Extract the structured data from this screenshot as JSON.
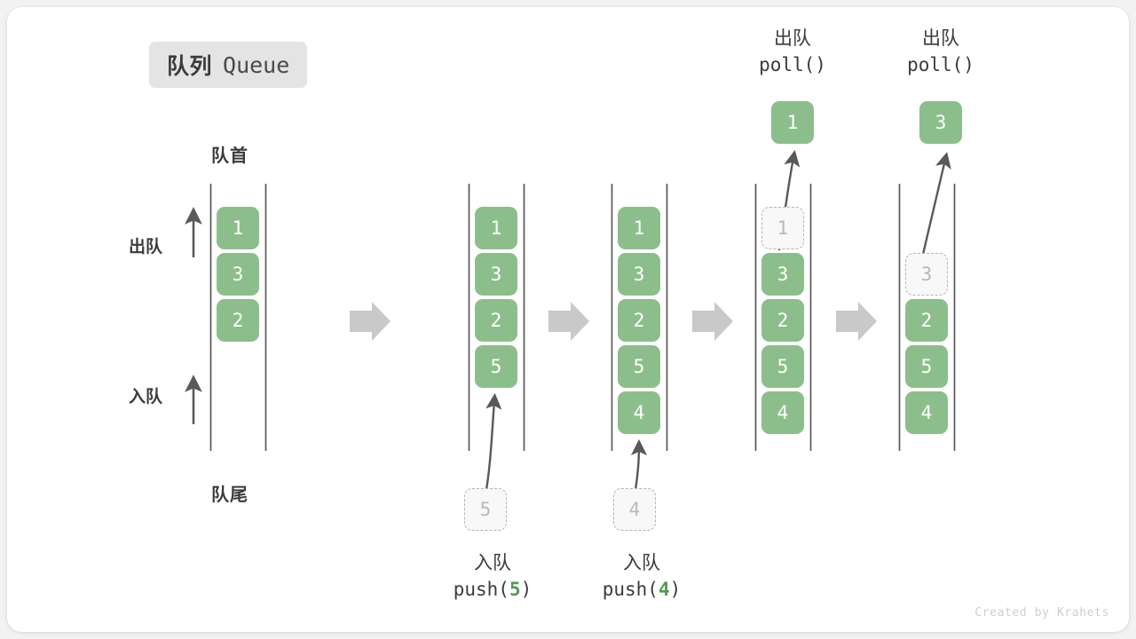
{
  "title": {
    "cn": "队列",
    "en": "Queue"
  },
  "labels": {
    "head": "队首",
    "tail": "队尾",
    "dequeue_side": "出队",
    "enqueue_side": "入队"
  },
  "colors": {
    "cell_fill": "#8cbe8c",
    "cell_text": "#ffffff",
    "ghost_fill": "#f8f8f8",
    "ghost_border": "#b4b4b4",
    "ghost_text": "#b8b8b8",
    "rail": "#595959",
    "arrow": "#595959",
    "step_arrow": "#c9c9c9",
    "badge_bg": "#e4e4e4",
    "text": "#3b3b3b",
    "accent_green": "#539a53"
  },
  "columns": [
    {
      "name": "initial-queue",
      "cells": [
        {
          "value": "1",
          "state": "solid",
          "slot": 0
        },
        {
          "value": "3",
          "state": "solid",
          "slot": 1
        },
        {
          "value": "2",
          "state": "solid",
          "slot": 2
        }
      ]
    },
    {
      "name": "after-push-5",
      "cells": [
        {
          "value": "1",
          "state": "solid",
          "slot": 0
        },
        {
          "value": "3",
          "state": "solid",
          "slot": 1
        },
        {
          "value": "2",
          "state": "solid",
          "slot": 2
        },
        {
          "value": "5",
          "state": "solid",
          "slot": 3
        }
      ],
      "incoming": {
        "value": "5",
        "state": "ghost"
      },
      "caption": {
        "cn": "入队",
        "fn": "push(",
        "arg": "5",
        "close": ")"
      }
    },
    {
      "name": "after-push-4",
      "cells": [
        {
          "value": "1",
          "state": "solid",
          "slot": 0
        },
        {
          "value": "3",
          "state": "solid",
          "slot": 1
        },
        {
          "value": "2",
          "state": "solid",
          "slot": 2
        },
        {
          "value": "5",
          "state": "solid",
          "slot": 3
        },
        {
          "value": "4",
          "state": "solid",
          "slot": 4
        }
      ],
      "incoming": {
        "value": "4",
        "state": "ghost"
      },
      "caption": {
        "cn": "入队",
        "fn": "push(",
        "arg": "4",
        "close": ")"
      }
    },
    {
      "name": "after-poll-1",
      "cells": [
        {
          "value": "1",
          "state": "ghost",
          "slot": 0
        },
        {
          "value": "3",
          "state": "solid",
          "slot": 1
        },
        {
          "value": "2",
          "state": "solid",
          "slot": 2
        },
        {
          "value": "5",
          "state": "solid",
          "slot": 3
        },
        {
          "value": "4",
          "state": "solid",
          "slot": 4
        }
      ],
      "outgoing": {
        "value": "1",
        "state": "solid"
      },
      "caption": {
        "cn": "出队",
        "fn": "poll(",
        "arg": "",
        "close": ")"
      }
    },
    {
      "name": "after-poll-3",
      "cells": [
        {
          "value": "3",
          "state": "ghost",
          "slot": 1
        },
        {
          "value": "2",
          "state": "solid",
          "slot": 2
        },
        {
          "value": "5",
          "state": "solid",
          "slot": 3
        },
        {
          "value": "4",
          "state": "solid",
          "slot": 4
        }
      ],
      "outgoing": {
        "value": "3",
        "state": "solid"
      },
      "caption": {
        "cn": "出队",
        "fn": "poll(",
        "arg": "",
        "close": ")"
      }
    }
  ],
  "credit": "Created by Krahets"
}
